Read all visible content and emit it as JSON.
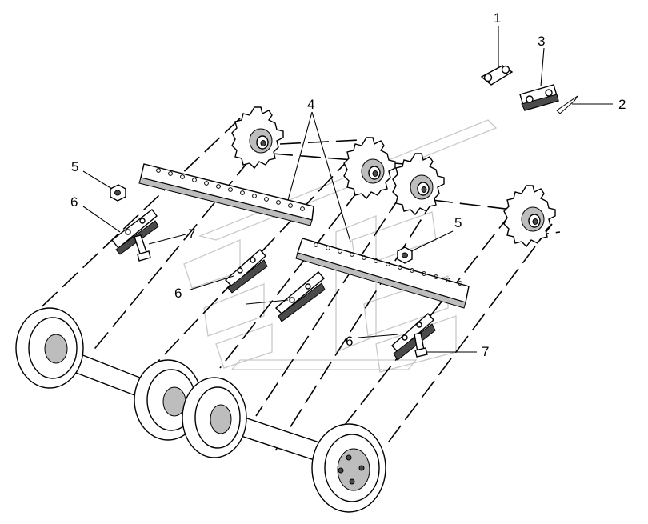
{
  "callouts": {
    "c1": "1",
    "c2": "2",
    "c3": "3",
    "c4": "4",
    "c5a": "5",
    "c5b": "5",
    "c6a": "6",
    "c6b": "6",
    "c6c": "6",
    "c7a": "7",
    "c7b": "7"
  }
}
